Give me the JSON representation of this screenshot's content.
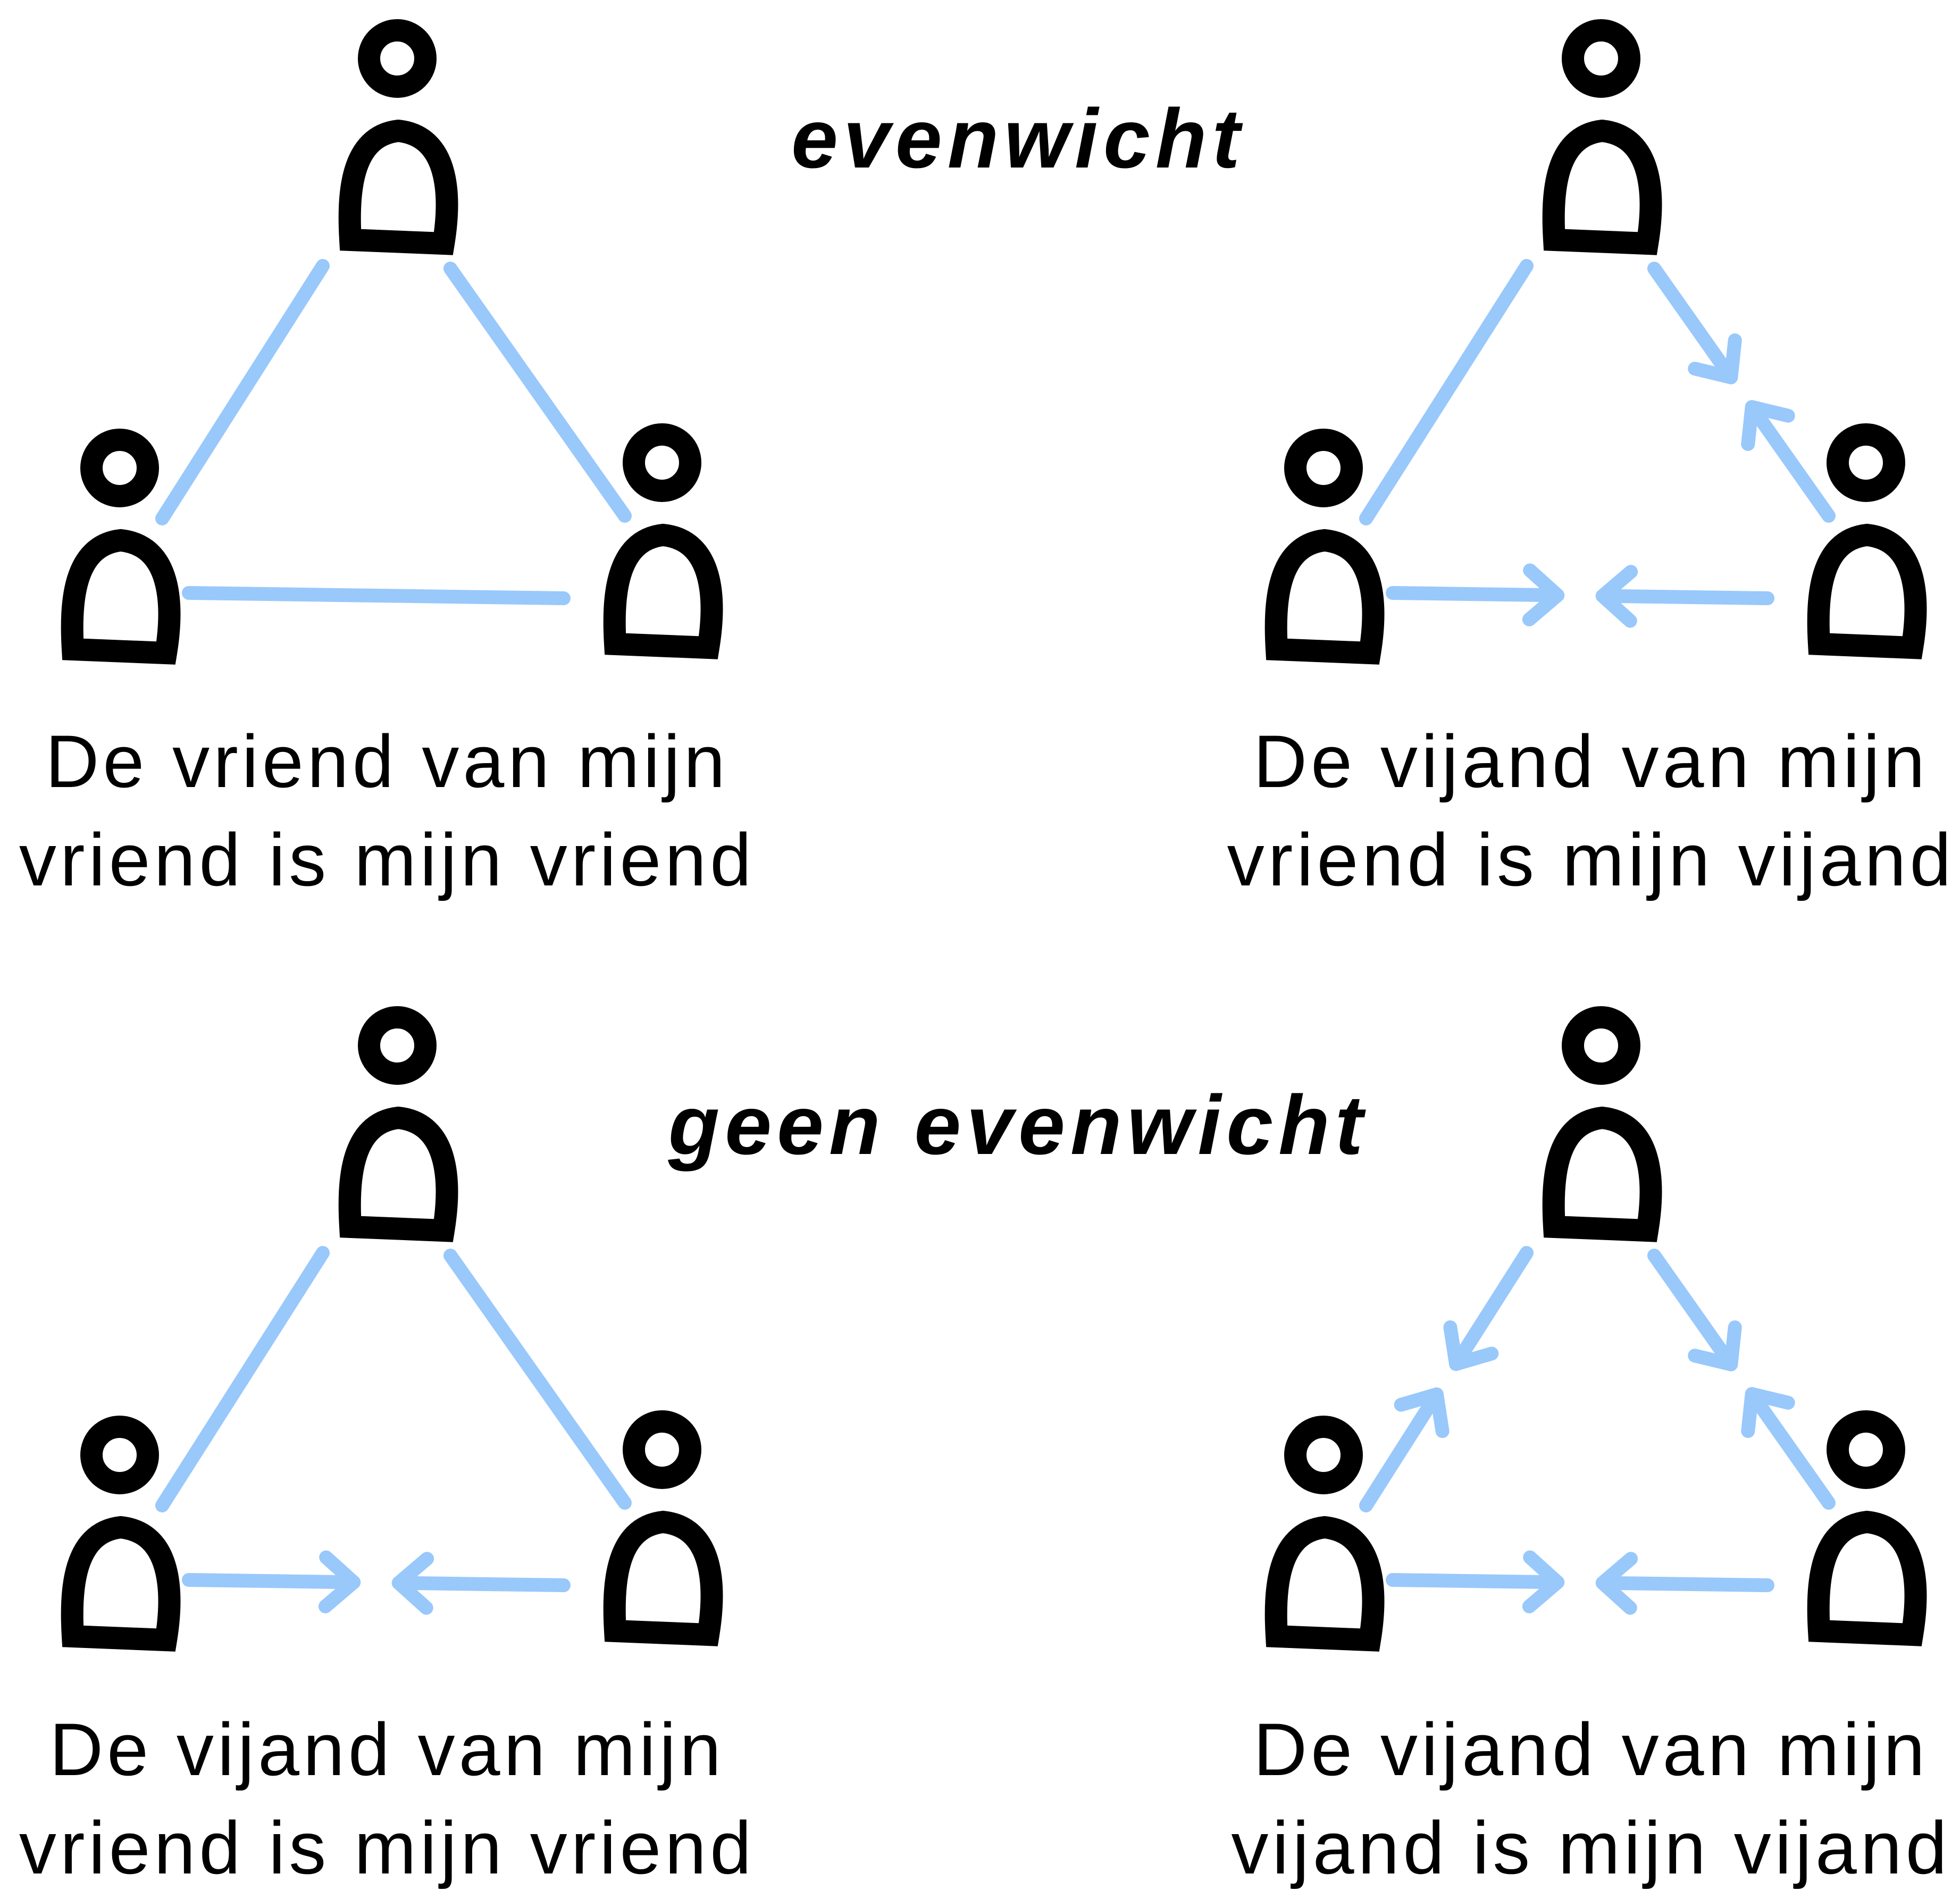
{
  "headings": {
    "balanced": "evenwicht",
    "unbalanced": "geen evenwicht"
  },
  "colors": {
    "tie": "#99c8fb",
    "person": "#000000",
    "background": "#ffffff"
  },
  "panels": [
    {
      "caption_line1": "De vriend van mijn",
      "caption_line2": "vriend is mijn vriend",
      "ties": {
        "top_left": "friend",
        "top_right": "friend",
        "bottom": "friend"
      }
    },
    {
      "caption_line1": "De vijand van mijn",
      "caption_line2": "vriend is mijn vijand",
      "ties": {
        "top_left": "friend",
        "top_right": "enemy",
        "bottom": "enemy"
      }
    },
    {
      "caption_line1": "De vijand van mijn",
      "caption_line2": "vriend is mijn vriend",
      "ties": {
        "top_left": "friend",
        "top_right": "friend",
        "bottom": "enemy"
      }
    },
    {
      "caption_line1": "De vijand van mijn",
      "caption_line2": "vijand is mijn vijand",
      "ties": {
        "top_left": "enemy",
        "top_right": "enemy",
        "bottom": "enemy"
      }
    }
  ]
}
